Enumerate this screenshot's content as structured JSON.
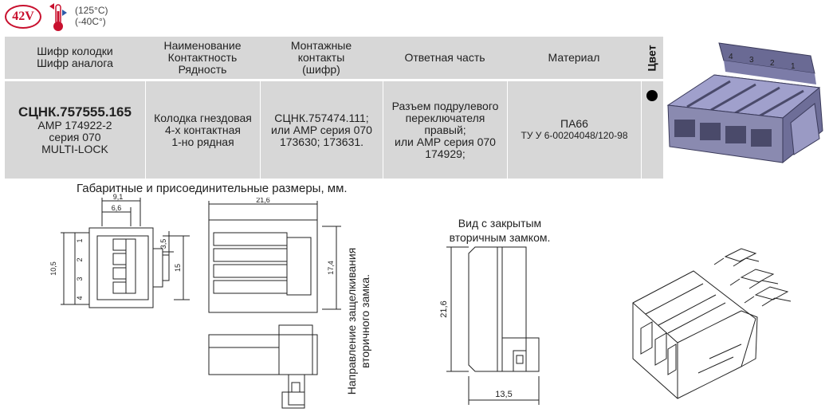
{
  "header": {
    "voltage_badge": "42V",
    "temp_max": "(125°C)",
    "temp_min": "(-40C°)"
  },
  "table": {
    "headers": [
      "Шифр колодки\nШифр аналога",
      "Наименование\nКонтактность\nРядность",
      "Монтажные\nконтакты\n(шифр)",
      "Ответная часть",
      "Материал",
      "Цвет"
    ],
    "row": {
      "code": "СЦНК.757555.165",
      "analog_lines": [
        "AMP 174922-2",
        "серия 070",
        "MULTI-LOCK"
      ],
      "name_lines": [
        "Колодка гнездовая",
        "4-х контактная",
        "1-но рядная"
      ],
      "contacts_lines": [
        "СЦНК.757474.111;",
        "или AMP серия 070",
        "173630; 173631."
      ],
      "mate_lines": [
        "Разъем подрулевого",
        "переключателя",
        "правый;",
        "или AMP серия 070",
        "174929;"
      ],
      "material_lines": [
        "ПА66",
        "ТУ У 6-00204048/120-98"
      ]
    }
  },
  "drawing": {
    "title": "Габаритные и присоединительные размеры, мм.",
    "secondary_lock_caption_lines": [
      "Вид с закрытым",
      "вторичным замком."
    ],
    "direction_caption": "Направление защелкивания\nвторичного замка.",
    "dims": {
      "d_9_1": "9,1",
      "d_6_6": "6,6",
      "d_10_5": "10,5",
      "d_3_5": "3,5",
      "d_15": "15",
      "d_21_6_top": "21,6",
      "d_17_4": "17,4",
      "d_21_6_side": "21,6",
      "d_13_5": "13,5"
    },
    "pin_numbers": [
      "1",
      "2",
      "3",
      "4"
    ],
    "cavity_numbers": [
      "4",
      "3",
      "2",
      "1"
    ]
  },
  "colors": {
    "badge": "#c8102e",
    "table_bg": "#d7d7d7",
    "connector_body": "#8a8ab0",
    "connector_dark": "#4a4a6a"
  }
}
